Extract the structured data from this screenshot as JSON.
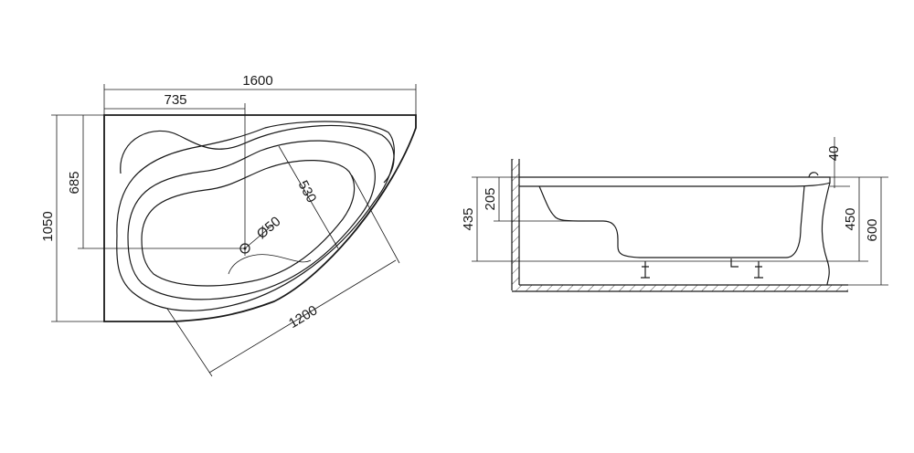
{
  "top_view": {
    "dimensions": {
      "overall_length": "1600",
      "inner_offset": "735",
      "overall_width": "1050",
      "inner_depth": "685",
      "basin_width": "530",
      "drain_diameter": "Ø50",
      "diagonal_length": "1200"
    }
  },
  "side_view": {
    "dimensions": {
      "rim_thickness": "40",
      "seat_height": "205",
      "basin_depth": "435",
      "tub_height": "450",
      "overall_height": "600"
    }
  }
}
